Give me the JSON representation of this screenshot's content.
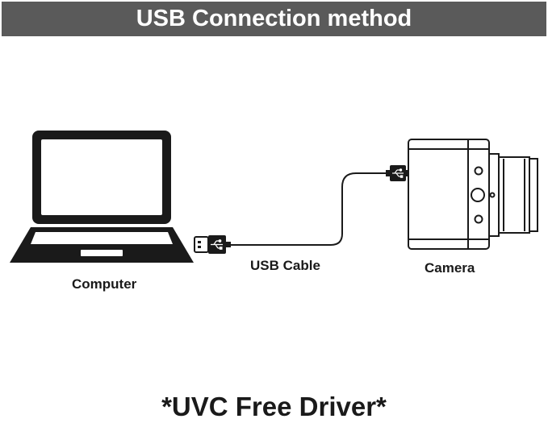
{
  "header": {
    "title": "USB Connection method"
  },
  "labels": {
    "computer": "Computer",
    "cable": "USB Cable",
    "camera": "Camera"
  },
  "footer": {
    "text": "*UVC Free Driver*"
  },
  "icons": {
    "computer": "laptop-icon",
    "camera": "camera-icon",
    "usb_symbol": "usb-icon"
  },
  "colors": {
    "banner": "#5a5a5a",
    "line": "#1a1a1a",
    "background": "#ffffff"
  }
}
